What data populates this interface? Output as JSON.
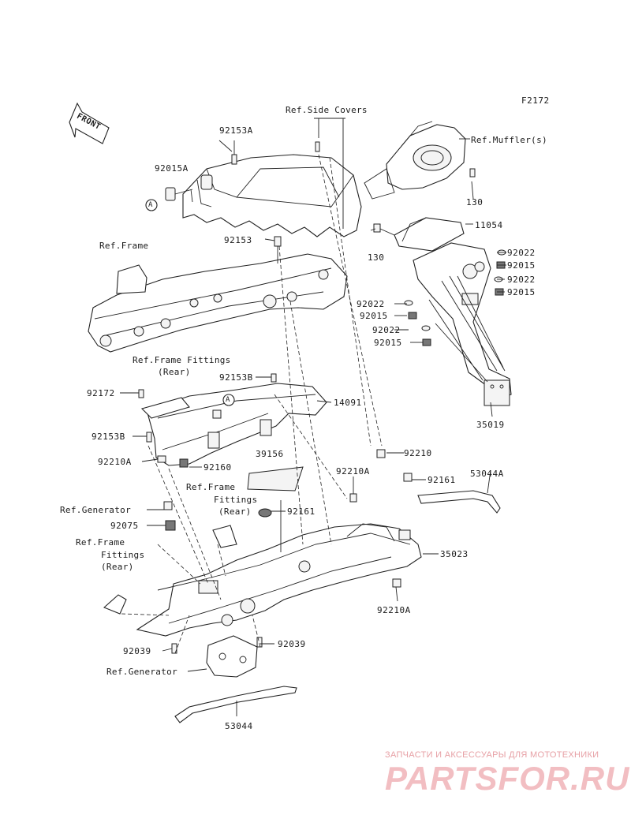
{
  "figure_code": "F2172",
  "front_arrow": "FRONT",
  "callout_a": "A",
  "refs": {
    "side_covers": "Ref.Side Covers",
    "mufflers": "Ref.Muffler(s)",
    "frame": "Ref.Frame",
    "frame_fittings_1": "Ref.Frame Fittings",
    "frame_fittings_1b": "(Rear)",
    "frame_fittings_2": "Ref.Frame",
    "frame_fittings_2b": "Fittings",
    "frame_fittings_2c": "(Rear)",
    "generator_1": "Ref.Generator",
    "frame_fittings_3": "Ref.Frame",
    "frame_fittings_3b": "Fittings",
    "frame_fittings_3c": "(Rear)",
    "generator_2": "Ref.Generator"
  },
  "parts": {
    "p92153A": "92153A",
    "p92015A": "92015A",
    "p130a": "130",
    "p130b": "130",
    "p11054": "11054",
    "p92022a": "92022",
    "p92015a": "92015",
    "p92022b": "92022",
    "p92015b": "92015",
    "p92022c": "92022",
    "p92015c": "92015",
    "p92022d": "92022",
    "p92015d": "92015",
    "p92153": "92153",
    "p35019": "35019",
    "p92172": "92172",
    "p92153B_a": "92153B",
    "p14091": "14091",
    "p92153B_b": "92153B",
    "p92210A_a": "92210A",
    "p92160": "92160",
    "p39156": "39156",
    "p92210": "92210",
    "p92210A_b": "92210A",
    "p92161a": "92161",
    "p53044A": "53044A",
    "p92161b": "92161",
    "p92075": "92075",
    "p35023": "35023",
    "p92210A_c": "92210A",
    "p92039a": "92039",
    "p92039b": "92039",
    "p53044": "53044"
  },
  "watermark": {
    "line1": "ЗАПЧАСТИ И АКСЕССУАРЫ ДЛЯ МОТОТЕХНИКИ",
    "line2": "PARTSFOR.RU"
  }
}
